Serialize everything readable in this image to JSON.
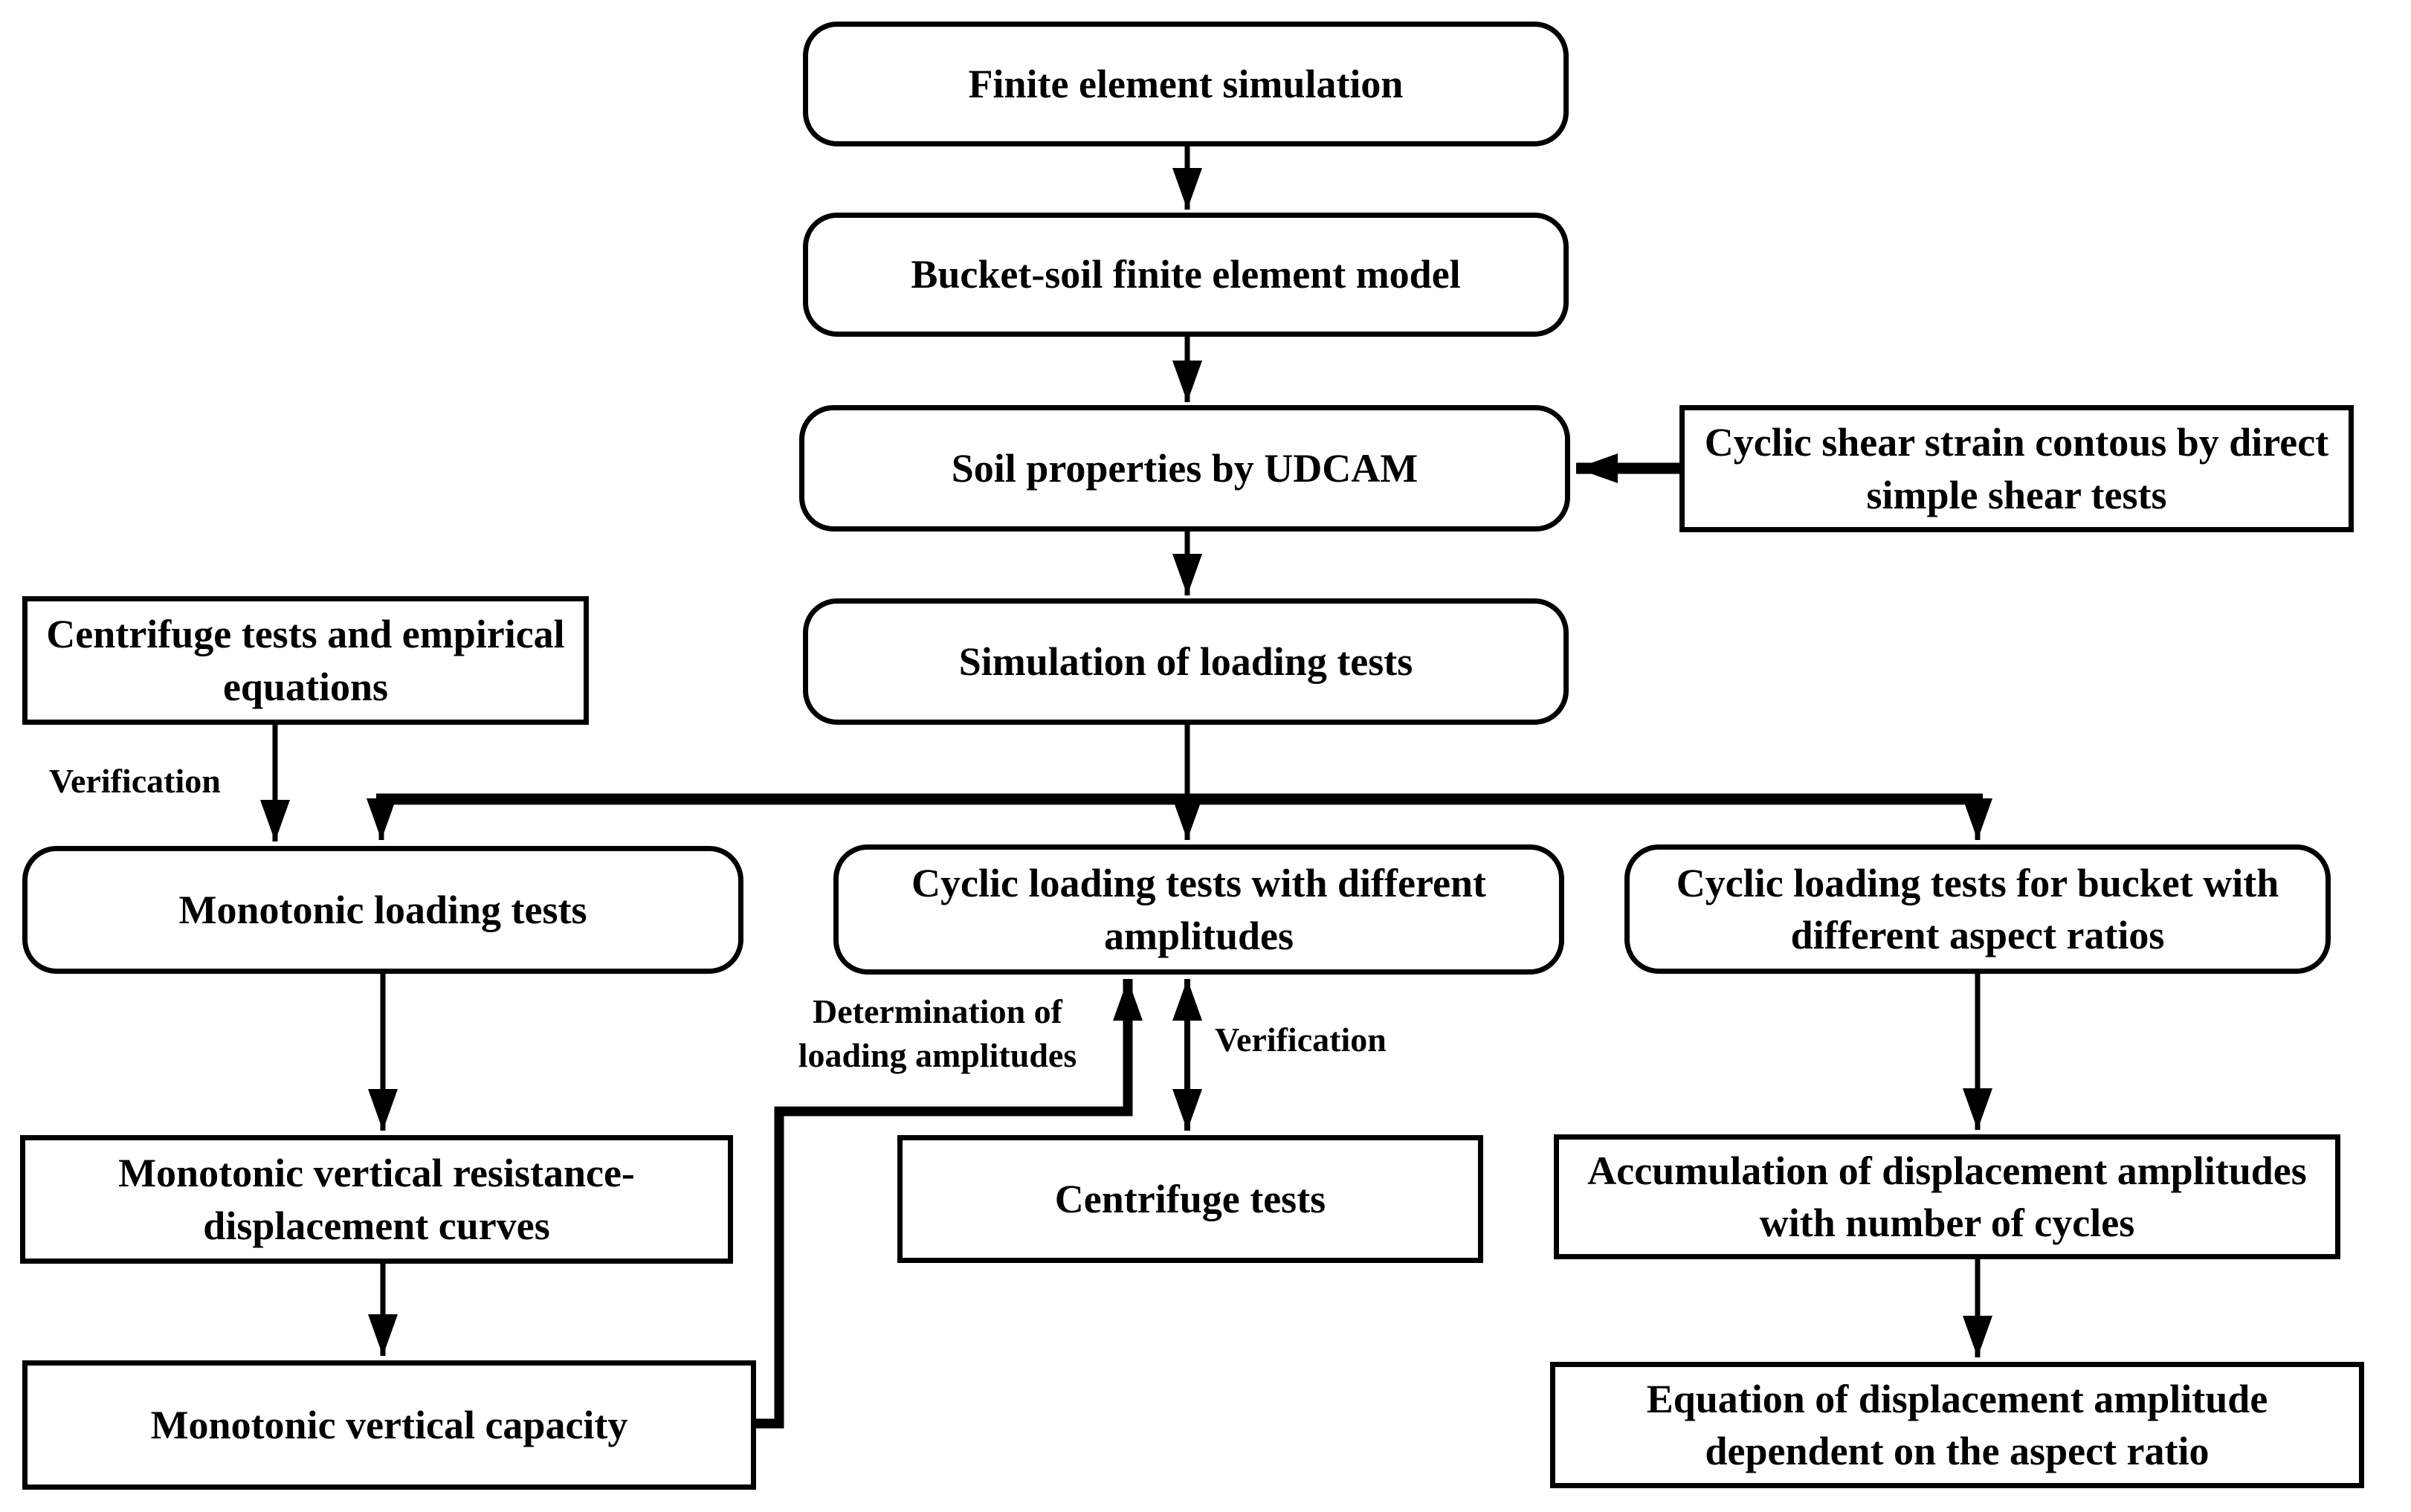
{
  "diagram": {
    "type": "flowchart",
    "colors": {
      "line": "#000000",
      "background": "#ffffff",
      "box_fill": "#ffffff",
      "text": "#000000"
    },
    "nodes": {
      "finite_element_simulation": {
        "label": "Finite element simulation",
        "shape": "rounded"
      },
      "bucket_soil_model": {
        "label": "Bucket-soil finite element model",
        "shape": "rounded"
      },
      "soil_properties_udcam": {
        "label": "Soil properties by UDCAM",
        "shape": "rounded"
      },
      "cyclic_shear_strain_contours": {
        "label": "Cyclic shear strain contous by direct simple shear tests",
        "shape": "rect"
      },
      "simulation_of_loading_tests": {
        "label": "Simulation of loading tests",
        "shape": "rounded"
      },
      "centrifuge_tests_empirical": {
        "label": "Centrifuge tests and empirical equations",
        "shape": "rect"
      },
      "monotonic_loading_tests": {
        "label": "Monotonic loading tests",
        "shape": "rounded"
      },
      "cyclic_loading_amplitudes": {
        "label": "Cyclic loading tests with different amplitudes",
        "shape": "rounded"
      },
      "cyclic_loading_aspect_ratios": {
        "label": "Cyclic loading tests for bucket with different aspect ratios",
        "shape": "rounded"
      },
      "monotonic_resistance_curves": {
        "label": "Monotonic vertical resistance-displacement curves",
        "shape": "rect"
      },
      "centrifuge_tests": {
        "label": "Centrifuge tests",
        "shape": "rect"
      },
      "accumulation_displacement": {
        "label": "Accumulation of displacement amplitudes with number of cycles",
        "shape": "rect"
      },
      "monotonic_vertical_capacity": {
        "label": "Monotonic vertical capacity",
        "shape": "rect"
      },
      "equation_displacement_amplitude": {
        "label": "Equation of displacement amplitude dependent on the aspect ratio",
        "shape": "rect"
      }
    },
    "edge_labels": {
      "verification_left": "Verification",
      "determination": "Determination of loading amplitudes",
      "verification_center": "Verification"
    }
  }
}
